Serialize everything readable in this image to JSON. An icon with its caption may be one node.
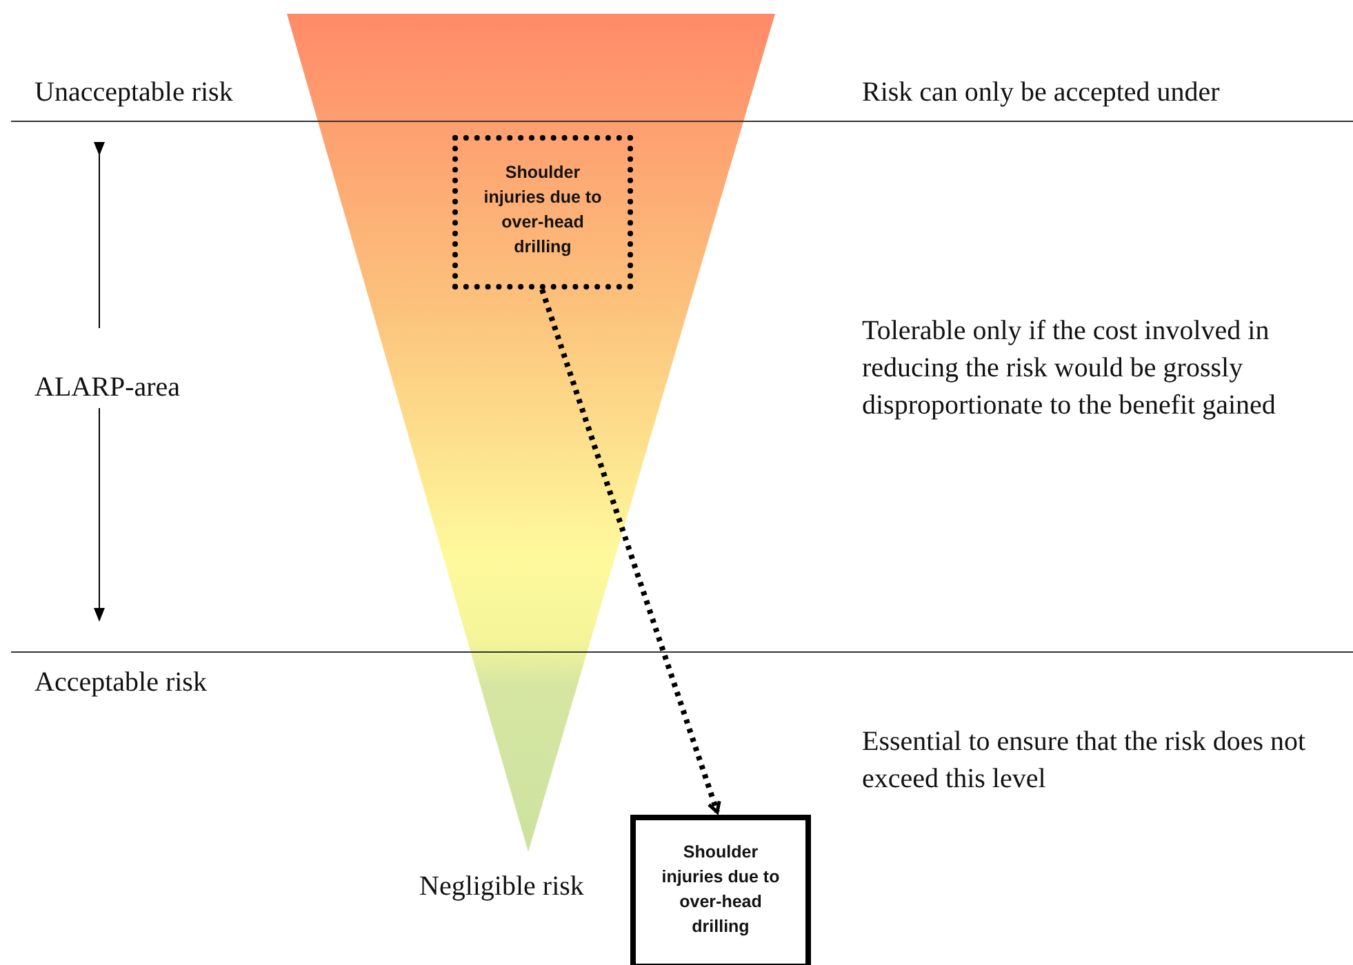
{
  "diagram": {
    "nodes": [
      {
        "text": [
          "Shoulder injuries due to over-head drilling"
        ]
      },
      {
        "text": [
          "Shoulder injuries due to over-head drilling"
        ]
      }
    ],
    "edges": [
      {
        "from": 0,
        "to": 1,
        "arrow": "to",
        "style": "dashed"
      }
    ],
    "labels": [
      "Unacceptable risk",
      "Risk can only be accepted under",
      "ALARP-area",
      "Tolerable only if the cost involved in reducing the risk would be grossly disproportionate to the benefit gained",
      "Acceptable risk",
      "Essential to ensure that the risk does not exceed this level",
      "Negligible risk"
    ]
  }
}
